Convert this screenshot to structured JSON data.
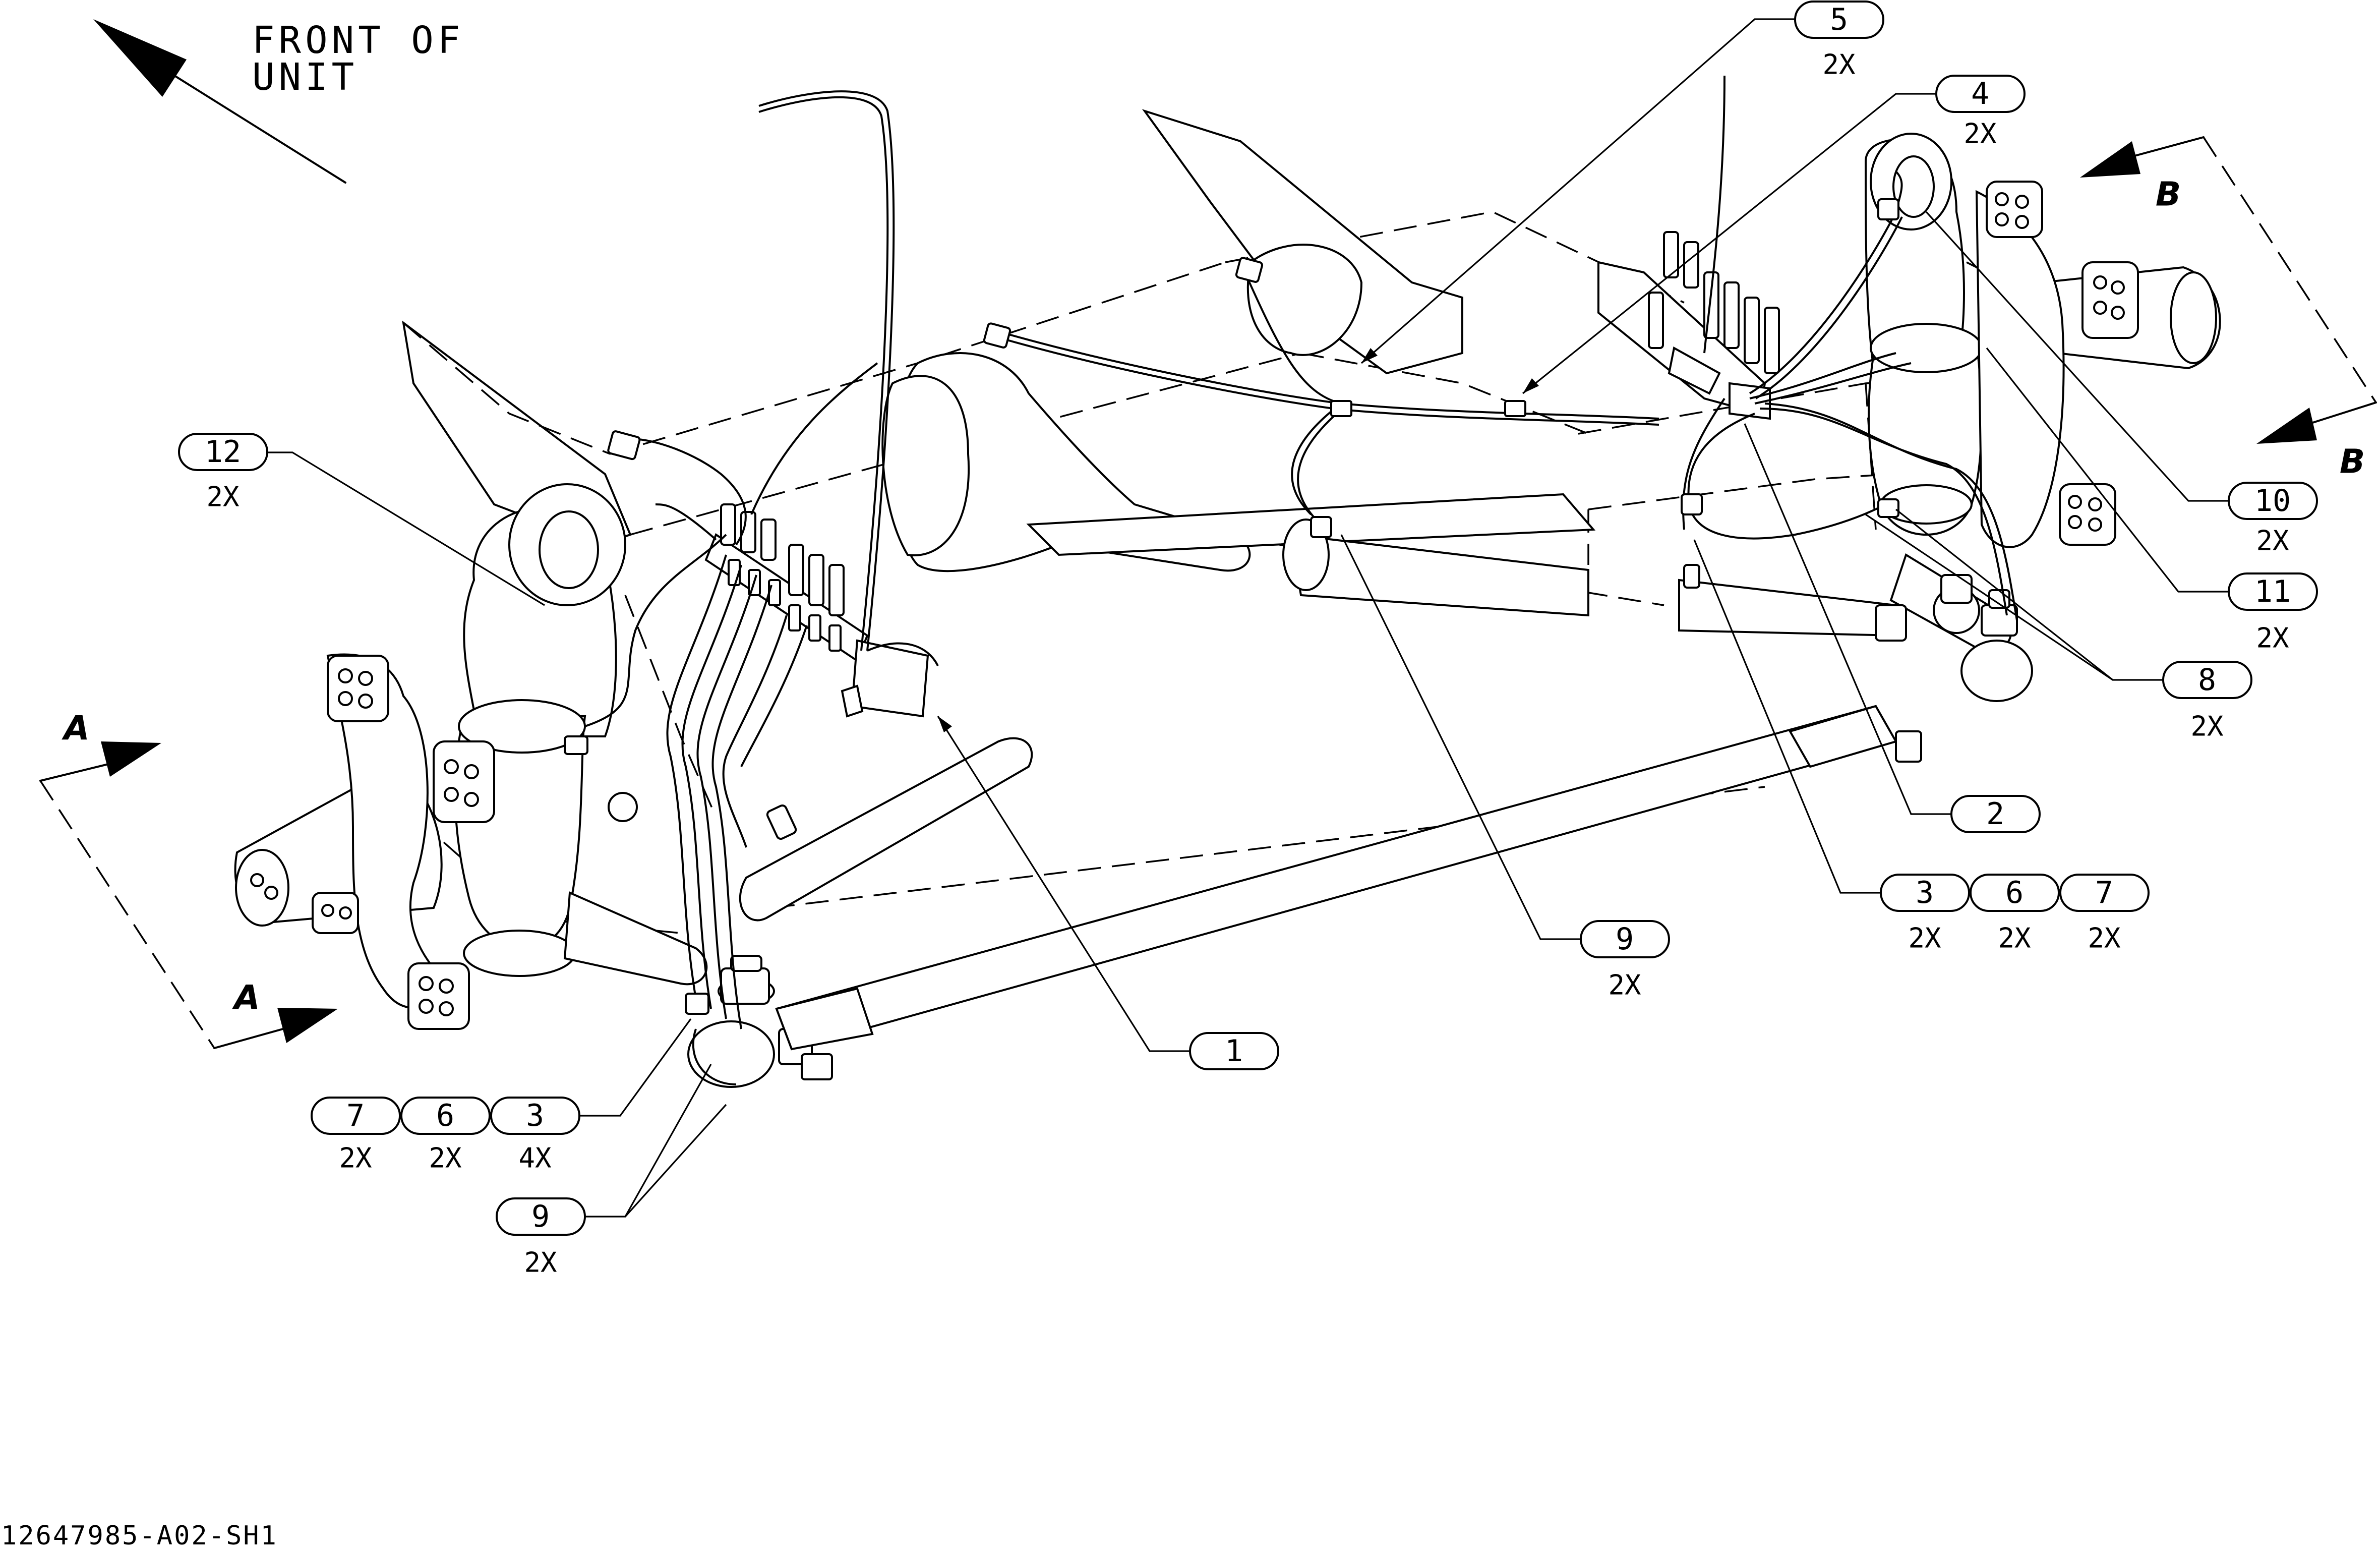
{
  "orientation": {
    "line1": "FRONT OF",
    "line2": "UNIT"
  },
  "section_a": {
    "label": "A"
  },
  "section_b": {
    "label": "B"
  },
  "drawing_number": "12647985-A02-SH1",
  "callouts": [
    {
      "id": "c5",
      "number": "5",
      "qty": "2X"
    },
    {
      "id": "c4",
      "number": "4",
      "qty": "2X"
    },
    {
      "id": "c12",
      "number": "12",
      "qty": "2X"
    },
    {
      "id": "c10",
      "number": "10",
      "qty": "2X"
    },
    {
      "id": "c11",
      "number": "11",
      "qty": "2X"
    },
    {
      "id": "c8",
      "number": "8",
      "qty": "2X"
    },
    {
      "id": "c2",
      "number": "2",
      "qty": ""
    },
    {
      "id": "c3r",
      "number": "3",
      "qty": "2X"
    },
    {
      "id": "c6r",
      "number": "6",
      "qty": "2X"
    },
    {
      "id": "c7r",
      "number": "7",
      "qty": "2X"
    },
    {
      "id": "c9r",
      "number": "9",
      "qty": "2X"
    },
    {
      "id": "c1",
      "number": "1",
      "qty": ""
    },
    {
      "id": "c7l",
      "number": "7",
      "qty": "2X"
    },
    {
      "id": "c6l",
      "number": "6",
      "qty": "2X"
    },
    {
      "id": "c3l",
      "number": "3",
      "qty": "4X"
    },
    {
      "id": "c9l",
      "number": "9",
      "qty": "2X"
    }
  ]
}
